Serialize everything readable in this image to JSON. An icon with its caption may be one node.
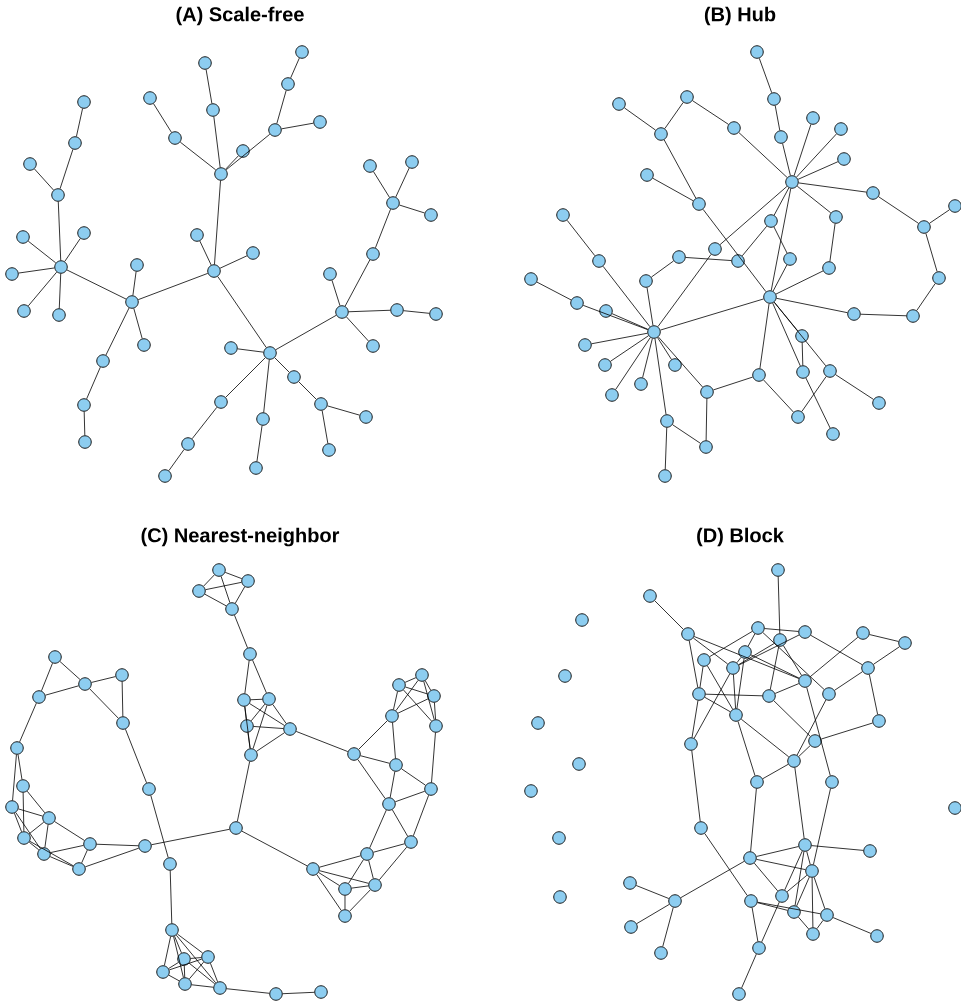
{
  "diagram": {
    "labels": [
      "(A) Scale-free",
      "(B) Hub",
      "(C) Nearest-neighbor",
      "(D) Block"
    ],
    "nodes": [
      {
        "text": [],
        "shape": "circle"
      },
      {
        "text": [],
        "shape": "circle"
      },
      {
        "text": [],
        "shape": "circle"
      },
      {
        "text": [],
        "shape": "circle"
      },
      {
        "text": [],
        "shape": "circle"
      },
      {
        "text": [],
        "shape": "circle"
      },
      {
        "text": [],
        "shape": "circle"
      },
      {
        "text": [],
        "shape": "circle"
      },
      {
        "text": [],
        "shape": "circle"
      },
      {
        "text": [],
        "shape": "circle"
      },
      {
        "text": [],
        "shape": "circle"
      },
      {
        "text": [],
        "shape": "circle"
      },
      {
        "text": [],
        "shape": "circle"
      },
      {
        "text": [],
        "shape": "circle"
      },
      {
        "text": [],
        "shape": "circle"
      },
      {
        "text": [],
        "shape": "circle"
      },
      {
        "text": [],
        "shape": "circle"
      },
      {
        "text": [],
        "shape": "circle"
      },
      {
        "text": [],
        "shape": "circle"
      },
      {
        "text": [],
        "shape": "circle"
      },
      {
        "text": [],
        "shape": "circle"
      },
      {
        "text": [],
        "shape": "circle"
      },
      {
        "text": [],
        "shape": "circle"
      },
      {
        "text": [],
        "shape": "circle"
      },
      {
        "text": [],
        "shape": "circle"
      },
      {
        "text": [],
        "shape": "circle"
      },
      {
        "text": [],
        "shape": "circle"
      },
      {
        "text": [],
        "shape": "circle"
      },
      {
        "text": [],
        "shape": "circle"
      },
      {
        "text": [],
        "shape": "circle"
      },
      {
        "text": [],
        "shape": "circle"
      },
      {
        "text": [],
        "shape": "circle"
      },
      {
        "text": [],
        "shape": "circle"
      },
      {
        "text": [],
        "shape": "circle"
      },
      {
        "text": [],
        "shape": "circle"
      },
      {
        "text": [],
        "shape": "circle"
      },
      {
        "text": [],
        "shape": "circle"
      },
      {
        "text": [],
        "shape": "circle"
      },
      {
        "text": [],
        "shape": "circle"
      },
      {
        "text": [],
        "shape": "circle"
      },
      {
        "text": [],
        "shape": "circle"
      },
      {
        "text": [],
        "shape": "circle"
      },
      {
        "text": [],
        "shape": "circle"
      },
      {
        "text": [],
        "shape": "circle"
      },
      {
        "text": [],
        "shape": "circle"
      },
      {
        "text": [],
        "shape": "circle"
      },
      {
        "text": [],
        "shape": "circle"
      },
      {
        "text": [],
        "shape": "circle"
      },
      {
        "text": [],
        "shape": "circle"
      },
      {
        "text": [],
        "shape": "circle"
      },
      {
        "text": [],
        "shape": "circle"
      },
      {
        "text": [],
        "shape": "circle"
      },
      {
        "text": [],
        "shape": "circle"
      },
      {
        "text": [],
        "shape": "circle"
      },
      {
        "text": [],
        "shape": "circle"
      },
      {
        "text": [],
        "shape": "circle"
      },
      {
        "text": [],
        "shape": "circle"
      },
      {
        "text": [],
        "shape": "circle"
      },
      {
        "text": [],
        "shape": "circle"
      },
      {
        "text": [],
        "shape": "circle"
      },
      {
        "text": [],
        "shape": "circle"
      },
      {
        "text": [],
        "shape": "circle"
      },
      {
        "text": [],
        "shape": "circle"
      },
      {
        "text": [],
        "shape": "circle"
      },
      {
        "text": [],
        "shape": "circle"
      },
      {
        "text": [],
        "shape": "circle"
      },
      {
        "text": [],
        "shape": "circle"
      },
      {
        "text": [],
        "shape": "circle"
      },
      {
        "text": [],
        "shape": "circle"
      },
      {
        "text": [],
        "shape": "circle"
      },
      {
        "text": [],
        "shape": "circle"
      },
      {
        "text": [],
        "shape": "circle"
      },
      {
        "text": [],
        "shape": "circle"
      },
      {
        "text": [],
        "shape": "circle"
      },
      {
        "text": [],
        "shape": "circle"
      },
      {
        "text": [],
        "shape": "circle"
      },
      {
        "text": [],
        "shape": "circle"
      },
      {
        "text": [],
        "shape": "circle"
      },
      {
        "text": [],
        "shape": "circle"
      },
      {
        "text": [],
        "shape": "circle"
      },
      {
        "text": [],
        "shape": "circle"
      },
      {
        "text": [],
        "shape": "circle"
      },
      {
        "text": [],
        "shape": "circle"
      },
      {
        "text": [],
        "shape": "circle"
      },
      {
        "text": [],
        "shape": "circle"
      },
      {
        "text": [],
        "shape": "circle"
      },
      {
        "text": [],
        "shape": "circle"
      },
      {
        "text": [],
        "shape": "circle"
      },
      {
        "text": [],
        "shape": "circle"
      },
      {
        "text": [],
        "shape": "circle"
      },
      {
        "text": [],
        "shape": "circle"
      },
      {
        "text": [],
        "shape": "circle"
      },
      {
        "text": [],
        "shape": "circle"
      },
      {
        "text": [],
        "shape": "circle"
      },
      {
        "text": [],
        "shape": "circle"
      },
      {
        "text": [],
        "shape": "circle"
      },
      {
        "text": [],
        "shape": "circle"
      },
      {
        "text": [],
        "shape": "circle"
      },
      {
        "text": [],
        "shape": "circle"
      },
      {
        "text": [],
        "shape": "circle"
      },
      {
        "text": [],
        "shape": "circle"
      },
      {
        "text": [],
        "shape": "circle"
      },
      {
        "text": [],
        "shape": "circle"
      },
      {
        "text": [],
        "shape": "circle"
      },
      {
        "text": [],
        "shape": "circle"
      },
      {
        "text": [],
        "shape": "circle"
      },
      {
        "text": [],
        "shape": "circle"
      },
      {
        "text": [],
        "shape": "circle"
      },
      {
        "text": [],
        "shape": "circle"
      },
      {
        "text": [],
        "shape": "circle"
      },
      {
        "text": [],
        "shape": "circle"
      },
      {
        "text": [],
        "shape": "circle"
      },
      {
        "text": [],
        "shape": "circle"
      },
      {
        "text": [],
        "shape": "circle"
      },
      {
        "text": [],
        "shape": "circle"
      },
      {
        "text": [],
        "shape": "circle"
      },
      {
        "text": [],
        "shape": "circle"
      },
      {
        "text": [],
        "shape": "circle"
      },
      {
        "text": [],
        "shape": "circle"
      },
      {
        "text": [],
        "shape": "circle"
      },
      {
        "text": [],
        "shape": "circle"
      },
      {
        "text": [],
        "shape": "circle"
      },
      {
        "text": [],
        "shape": "circle"
      },
      {
        "text": [],
        "shape": "circle"
      },
      {
        "text": [],
        "shape": "circle"
      },
      {
        "text": [],
        "shape": "circle"
      },
      {
        "text": [],
        "shape": "circle"
      },
      {
        "text": [],
        "shape": "circle"
      },
      {
        "text": [],
        "shape": "circle"
      },
      {
        "text": [],
        "shape": "circle"
      },
      {
        "text": [],
        "shape": "circle"
      },
      {
        "text": [],
        "shape": "circle"
      },
      {
        "text": [],
        "shape": "circle"
      },
      {
        "text": [],
        "shape": "circle"
      },
      {
        "text": [],
        "shape": "circle"
      },
      {
        "text": [],
        "shape": "circle"
      },
      {
        "text": [],
        "shape": "circle"
      },
      {
        "text": [],
        "shape": "circle"
      },
      {
        "text": [],
        "shape": "circle"
      },
      {
        "text": [],
        "shape": "circle"
      },
      {
        "text": [],
        "shape": "circle"
      },
      {
        "text": [],
        "shape": "circle"
      },
      {
        "text": [],
        "shape": "circle"
      },
      {
        "text": [],
        "shape": "circle"
      },
      {
        "text": [],
        "shape": "circle"
      },
      {
        "text": [],
        "shape": "circle"
      },
      {
        "text": [],
        "shape": "circle"
      },
      {
        "text": [],
        "shape": "circle"
      },
      {
        "text": [],
        "shape": "circle"
      },
      {
        "text": [],
        "shape": "circle"
      },
      {
        "text": [],
        "shape": "circle"
      },
      {
        "text": [],
        "shape": "circle"
      },
      {
        "text": [],
        "shape": "circle"
      },
      {
        "text": [],
        "shape": "circle"
      },
      {
        "text": [],
        "shape": "circle"
      },
      {
        "text": [],
        "shape": "circle"
      },
      {
        "text": [],
        "shape": "circle"
      },
      {
        "text": [],
        "shape": "circle"
      },
      {
        "text": [],
        "shape": "circle"
      },
      {
        "text": [],
        "shape": "circle"
      },
      {
        "text": [],
        "shape": "circle"
      },
      {
        "text": [],
        "shape": "circle"
      },
      {
        "text": [],
        "shape": "circle"
      },
      {
        "text": [],
        "shape": "circle"
      },
      {
        "text": [],
        "shape": "circle"
      },
      {
        "text": [],
        "shape": "circle"
      },
      {
        "text": [],
        "shape": "circle"
      },
      {
        "text": [],
        "shape": "circle"
      },
      {
        "text": [],
        "shape": "circle"
      },
      {
        "text": [],
        "shape": "circle"
      },
      {
        "text": [],
        "shape": "circle"
      },
      {
        "text": [],
        "shape": "circle"
      },
      {
        "text": [],
        "shape": "circle"
      },
      {
        "text": [],
        "shape": "circle"
      },
      {
        "text": [],
        "shape": "circle"
      },
      {
        "text": [],
        "shape": "circle"
      },
      {
        "text": [],
        "shape": "circle"
      },
      {
        "text": [],
        "shape": "circle"
      },
      {
        "text": [],
        "shape": "circle"
      },
      {
        "text": [],
        "shape": "circle"
      },
      {
        "text": [],
        "shape": "circle"
      },
      {
        "text": [],
        "shape": "circle"
      },
      {
        "text": [],
        "shape": "circle"
      },
      {
        "text": [],
        "shape": "circle"
      },
      {
        "text": [],
        "shape": "circle"
      },
      {
        "text": [],
        "shape": "circle"
      },
      {
        "text": [],
        "shape": "circle"
      },
      {
        "text": [],
        "shape": "circle"
      },
      {
        "text": [],
        "shape": "circle"
      },
      {
        "text": [],
        "shape": "circle"
      },
      {
        "text": [],
        "shape": "circle"
      },
      {
        "text": [],
        "shape": "circle"
      },
      {
        "text": [],
        "shape": "circle"
      },
      {
        "text": [],
        "shape": "circle"
      },
      {
        "text": [],
        "shape": "circle"
      },
      {
        "text": [],
        "shape": "circle"
      },
      {
        "text": [],
        "shape": "circle"
      },
      {
        "text": [],
        "shape": "circle"
      }
    ],
    "edges": [
      {
        "from": 0,
        "to": 1,
        "arrow": "none"
      },
      {
        "from": 0,
        "to": 2,
        "arrow": "none"
      },
      {
        "from": 0,
        "to": 3,
        "arrow": "none"
      },
      {
        "from": 0,
        "to": 4,
        "arrow": "none"
      },
      {
        "from": 0,
        "to": 5,
        "arrow": "none"
      },
      {
        "from": 0,
        "to": 6,
        "arrow": "none"
      },
      {
        "from": 6,
        "to": 7,
        "arrow": "none"
      },
      {
        "from": 6,
        "to": 8,
        "arrow": "none"
      },
      {
        "from": 8,
        "to": 9,
        "arrow": "none"
      },
      {
        "from": 0,
        "to": 10,
        "arrow": "none"
      },
      {
        "from": 10,
        "to": 11,
        "arrow": "none"
      },
      {
        "from": 10,
        "to": 12,
        "arrow": "none"
      },
      {
        "from": 10,
        "to": 13,
        "arrow": "none"
      },
      {
        "from": 13,
        "to": 14,
        "arrow": "none"
      },
      {
        "from": 14,
        "to": 15,
        "arrow": "none"
      },
      {
        "from": 10,
        "to": 16,
        "arrow": "none"
      },
      {
        "from": 16,
        "to": 17,
        "arrow": "none"
      },
      {
        "from": 16,
        "to": 18,
        "arrow": "none"
      },
      {
        "from": 16,
        "to": 19,
        "arrow": "none"
      },
      {
        "from": 19,
        "to": 20,
        "arrow": "none"
      },
      {
        "from": 20,
        "to": 21,
        "arrow": "none"
      },
      {
        "from": 19,
        "to": 22,
        "arrow": "none"
      },
      {
        "from": 22,
        "to": 23,
        "arrow": "none"
      },
      {
        "from": 19,
        "to": 24,
        "arrow": "none"
      },
      {
        "from": 19,
        "to": 25,
        "arrow": "none"
      },
      {
        "from": 25,
        "to": 26,
        "arrow": "none"
      },
      {
        "from": 25,
        "to": 27,
        "arrow": "none"
      },
      {
        "from": 27,
        "to": 28,
        "arrow": "none"
      },
      {
        "from": 16,
        "to": 29,
        "arrow": "none"
      },
      {
        "from": 29,
        "to": 30,
        "arrow": "none"
      },
      {
        "from": 29,
        "to": 31,
        "arrow": "none"
      },
      {
        "from": 31,
        "to": 32,
        "arrow": "none"
      },
      {
        "from": 31,
        "to": 33,
        "arrow": "none"
      },
      {
        "from": 33,
        "to": 34,
        "arrow": "none"
      },
      {
        "from": 31,
        "to": 35,
        "arrow": "none"
      },
      {
        "from": 31,
        "to": 36,
        "arrow": "none"
      },
      {
        "from": 36,
        "to": 37,
        "arrow": "none"
      },
      {
        "from": 37,
        "to": 38,
        "arrow": "none"
      },
      {
        "from": 37,
        "to": 39,
        "arrow": "none"
      },
      {
        "from": 37,
        "to": 40,
        "arrow": "none"
      },
      {
        "from": 29,
        "to": 41,
        "arrow": "none"
      },
      {
        "from": 41,
        "to": 42,
        "arrow": "none"
      },
      {
        "from": 42,
        "to": 43,
        "arrow": "none"
      },
      {
        "from": 42,
        "to": 44,
        "arrow": "none"
      },
      {
        "from": 29,
        "to": 45,
        "arrow": "none"
      },
      {
        "from": 45,
        "to": 46,
        "arrow": "none"
      },
      {
        "from": 29,
        "to": 47,
        "arrow": "none"
      },
      {
        "from": 47,
        "to": 48,
        "arrow": "none"
      },
      {
        "from": 48,
        "to": 49,
        "arrow": "none"
      },
      {
        "from": 53,
        "to": 54,
        "arrow": "none"
      },
      {
        "from": 54,
        "to": 55,
        "arrow": "none"
      },
      {
        "from": 55,
        "to": 52,
        "arrow": "none"
      },
      {
        "from": 52,
        "to": 56,
        "arrow": "none"
      },
      {
        "from": 52,
        "to": 57,
        "arrow": "none"
      },
      {
        "from": 52,
        "to": 58,
        "arrow": "none"
      },
      {
        "from": 60,
        "to": 61,
        "arrow": "none"
      },
      {
        "from": 61,
        "to": 59,
        "arrow": "none"
      },
      {
        "from": 59,
        "to": 62,
        "arrow": "none"
      },
      {
        "from": 62,
        "to": 52,
        "arrow": "none"
      },
      {
        "from": 61,
        "to": 64,
        "arrow": "none"
      },
      {
        "from": 63,
        "to": 64,
        "arrow": "none"
      },
      {
        "from": 64,
        "to": 51,
        "arrow": "none"
      },
      {
        "from": 52,
        "to": 65,
        "arrow": "none"
      },
      {
        "from": 65,
        "to": 66,
        "arrow": "none"
      },
      {
        "from": 66,
        "to": 67,
        "arrow": "none"
      },
      {
        "from": 66,
        "to": 68,
        "arrow": "none"
      },
      {
        "from": 68,
        "to": 69,
        "arrow": "none"
      },
      {
        "from": 69,
        "to": 70,
        "arrow": "none"
      },
      {
        "from": 70,
        "to": 51,
        "arrow": "none"
      },
      {
        "from": 52,
        "to": 71,
        "arrow": "none"
      },
      {
        "from": 71,
        "to": 72,
        "arrow": "none"
      },
      {
        "from": 72,
        "to": 51,
        "arrow": "none"
      },
      {
        "from": 50,
        "to": 76,
        "arrow": "none"
      },
      {
        "from": 76,
        "to": 52,
        "arrow": "none"
      },
      {
        "from": 52,
        "to": 73,
        "arrow": "none"
      },
      {
        "from": 73,
        "to": 75,
        "arrow": "none"
      },
      {
        "from": 73,
        "to": 74,
        "arrow": "none"
      },
      {
        "from": 74,
        "to": 51,
        "arrow": "none"
      },
      {
        "from": 52,
        "to": 51,
        "arrow": "none"
      },
      {
        "from": 77,
        "to": 75,
        "arrow": "none"
      },
      {
        "from": 77,
        "to": 78,
        "arrow": "none"
      },
      {
        "from": 78,
        "to": 50,
        "arrow": "none"
      },
      {
        "from": 79,
        "to": 80,
        "arrow": "none"
      },
      {
        "from": 80,
        "to": 50,
        "arrow": "none"
      },
      {
        "from": 81,
        "to": 82,
        "arrow": "none"
      },
      {
        "from": 82,
        "to": 50,
        "arrow": "none"
      },
      {
        "from": 83,
        "to": 50,
        "arrow": "none"
      },
      {
        "from": 50,
        "to": 84,
        "arrow": "none"
      },
      {
        "from": 50,
        "to": 85,
        "arrow": "none"
      },
      {
        "from": 50,
        "to": 86,
        "arrow": "none"
      },
      {
        "from": 50,
        "to": 87,
        "arrow": "none"
      },
      {
        "from": 50,
        "to": 88,
        "arrow": "none"
      },
      {
        "from": 50,
        "to": 89,
        "arrow": "none"
      },
      {
        "from": 89,
        "to": 90,
        "arrow": "none"
      },
      {
        "from": 90,
        "to": 51,
        "arrow": "none"
      },
      {
        "from": 89,
        "to": 92,
        "arrow": "none"
      },
      {
        "from": 91,
        "to": 50,
        "arrow": "none"
      },
      {
        "from": 91,
        "to": 92,
        "arrow": "none"
      },
      {
        "from": 91,
        "to": 93,
        "arrow": "none"
      },
      {
        "from": 50,
        "to": 51,
        "arrow": "none"
      },
      {
        "from": 51,
        "to": 94,
        "arrow": "none"
      },
      {
        "from": 94,
        "to": 95,
        "arrow": "none"
      },
      {
        "from": 51,
        "to": 95,
        "arrow": "none"
      },
      {
        "from": 51,
        "to": 96,
        "arrow": "none"
      },
      {
        "from": 96,
        "to": 97,
        "arrow": "none"
      },
      {
        "from": 96,
        "to": 98,
        "arrow": "none"
      },
      {
        "from": 90,
        "to": 98,
        "arrow": "none"
      },
      {
        "from": 95,
        "to": 99,
        "arrow": "none"
      },
      {
        "from": 100,
        "to": 101,
        "arrow": "none"
      },
      {
        "from": 100,
        "to": 102,
        "arrow": "none"
      },
      {
        "from": 100,
        "to": 103,
        "arrow": "none"
      },
      {
        "from": 101,
        "to": 102,
        "arrow": "none"
      },
      {
        "from": 101,
        "to": 103,
        "arrow": "none"
      },
      {
        "from": 102,
        "to": 103,
        "arrow": "none"
      },
      {
        "from": 103,
        "to": 104,
        "arrow": "none"
      },
      {
        "from": 104,
        "to": 105,
        "arrow": "none"
      },
      {
        "from": 104,
        "to": 106,
        "arrow": "none"
      },
      {
        "from": 105,
        "to": 106,
        "arrow": "none"
      },
      {
        "from": 105,
        "to": 107,
        "arrow": "none"
      },
      {
        "from": 105,
        "to": 109,
        "arrow": "none"
      },
      {
        "from": 105,
        "to": 108,
        "arrow": "none"
      },
      {
        "from": 106,
        "to": 107,
        "arrow": "none"
      },
      {
        "from": 106,
        "to": 109,
        "arrow": "none"
      },
      {
        "from": 106,
        "to": 108,
        "arrow": "none"
      },
      {
        "from": 107,
        "to": 108,
        "arrow": "none"
      },
      {
        "from": 107,
        "to": 109,
        "arrow": "none"
      },
      {
        "from": 108,
        "to": 109,
        "arrow": "none"
      },
      {
        "from": 109,
        "to": 110,
        "arrow": "none"
      },
      {
        "from": 108,
        "to": 135,
        "arrow": "none"
      },
      {
        "from": 110,
        "to": 111,
        "arrow": "none"
      },
      {
        "from": 110,
        "to": 146,
        "arrow": "none"
      },
      {
        "from": 113,
        "to": 112,
        "arrow": "none"
      },
      {
        "from": 111,
        "to": 125,
        "arrow": "none"
      },
      {
        "from": 111,
        "to": 126,
        "arrow": "none"
      },
      {
        "from": 112,
        "to": 127,
        "arrow": "none"
      },
      {
        "from": 114,
        "to": 113,
        "arrow": "none"
      },
      {
        "from": 114,
        "to": 115,
        "arrow": "none"
      },
      {
        "from": 114,
        "to": 116,
        "arrow": "none"
      },
      {
        "from": 115,
        "to": 116,
        "arrow": "none"
      },
      {
        "from": 116,
        "to": 117,
        "arrow": "none"
      },
      {
        "from": 116,
        "to": 118,
        "arrow": "none"
      },
      {
        "from": 117,
        "to": 118,
        "arrow": "none"
      },
      {
        "from": 118,
        "to": 119,
        "arrow": "none"
      },
      {
        "from": 119,
        "to": 120,
        "arrow": "none"
      },
      {
        "from": 119,
        "to": 121,
        "arrow": "none"
      },
      {
        "from": 120,
        "to": 122,
        "arrow": "none"
      },
      {
        "from": 120,
        "to": 123,
        "arrow": "none"
      },
      {
        "from": 121,
        "to": 122,
        "arrow": "none"
      },
      {
        "from": 121,
        "to": 123,
        "arrow": "none"
      },
      {
        "from": 122,
        "to": 123,
        "arrow": "none"
      },
      {
        "from": 122,
        "to": 124,
        "arrow": "none"
      },
      {
        "from": 122,
        "to": 125,
        "arrow": "none"
      },
      {
        "from": 123,
        "to": 124,
        "arrow": "none"
      },
      {
        "from": 124,
        "to": 125,
        "arrow": "none"
      },
      {
        "from": 124,
        "to": 126,
        "arrow": "none"
      },
      {
        "from": 125,
        "to": 126,
        "arrow": "none"
      },
      {
        "from": 123,
        "to": 126,
        "arrow": "none"
      },
      {
        "from": 121,
        "to": 124,
        "arrow": "none"
      },
      {
        "from": 127,
        "to": 128,
        "arrow": "none"
      },
      {
        "from": 127,
        "to": 129,
        "arrow": "none"
      },
      {
        "from": 127,
        "to": 130,
        "arrow": "none"
      },
      {
        "from": 127,
        "to": 131,
        "arrow": "none"
      },
      {
        "from": 127,
        "to": 132,
        "arrow": "none"
      },
      {
        "from": 128,
        "to": 129,
        "arrow": "none"
      },
      {
        "from": 128,
        "to": 130,
        "arrow": "none"
      },
      {
        "from": 128,
        "to": 131,
        "arrow": "none"
      },
      {
        "from": 128,
        "to": 132,
        "arrow": "none"
      },
      {
        "from": 129,
        "to": 130,
        "arrow": "none"
      },
      {
        "from": 129,
        "to": 131,
        "arrow": "none"
      },
      {
        "from": 129,
        "to": 132,
        "arrow": "none"
      },
      {
        "from": 130,
        "to": 131,
        "arrow": "none"
      },
      {
        "from": 131,
        "to": 132,
        "arrow": "none"
      },
      {
        "from": 132,
        "to": 133,
        "arrow": "none"
      },
      {
        "from": 133,
        "to": 134,
        "arrow": "none"
      },
      {
        "from": 135,
        "to": 140,
        "arrow": "none"
      },
      {
        "from": 135,
        "to": 141,
        "arrow": "none"
      },
      {
        "from": 135,
        "to": 143,
        "arrow": "none"
      },
      {
        "from": 136,
        "to": 137,
        "arrow": "none"
      },
      {
        "from": 136,
        "to": 138,
        "arrow": "none"
      },
      {
        "from": 136,
        "to": 139,
        "arrow": "none"
      },
      {
        "from": 136,
        "to": 140,
        "arrow": "none"
      },
      {
        "from": 137,
        "to": 138,
        "arrow": "none"
      },
      {
        "from": 137,
        "to": 139,
        "arrow": "none"
      },
      {
        "from": 137,
        "to": 140,
        "arrow": "none"
      },
      {
        "from": 138,
        "to": 139,
        "arrow": "none"
      },
      {
        "from": 138,
        "to": 140,
        "arrow": "none"
      },
      {
        "from": 139,
        "to": 142,
        "arrow": "none"
      },
      {
        "from": 140,
        "to": 141,
        "arrow": "none"
      },
      {
        "from": 141,
        "to": 142,
        "arrow": "none"
      },
      {
        "from": 141,
        "to": 143,
        "arrow": "none"
      },
      {
        "from": 142,
        "to": 143,
        "arrow": "none"
      },
      {
        "from": 143,
        "to": 144,
        "arrow": "none"
      },
      {
        "from": 143,
        "to": 145,
        "arrow": "none"
      },
      {
        "from": 142,
        "to": 144,
        "arrow": "none"
      },
      {
        "from": 144,
        "to": 145,
        "arrow": "none"
      },
      {
        "from": 144,
        "to": 148,
        "arrow": "none"
      },
      {
        "from": 145,
        "to": 146,
        "arrow": "none"
      },
      {
        "from": 145,
        "to": 147,
        "arrow": "none"
      },
      {
        "from": 145,
        "to": 148,
        "arrow": "none"
      },
      {
        "from": 146,
        "to": 147,
        "arrow": "none"
      },
      {
        "from": 146,
        "to": 148,
        "arrow": "none"
      },
      {
        "from": 146,
        "to": 149,
        "arrow": "none"
      },
      {
        "from": 147,
        "to": 148,
        "arrow": "none"
      },
      {
        "from": 147,
        "to": 149,
        "arrow": "none"
      },
      {
        "from": 148,
        "to": 149,
        "arrow": "none"
      },
      {
        "from": 158,
        "to": 160,
        "arrow": "none"
      },
      {
        "from": 159,
        "to": 162,
        "arrow": "none"
      },
      {
        "from": 160,
        "to": 168,
        "arrow": "none"
      },
      {
        "from": 160,
        "to": 172,
        "arrow": "none"
      },
      {
        "from": 160,
        "to": 170,
        "arrow": "none"
      },
      {
        "from": 161,
        "to": 167,
        "arrow": "none"
      },
      {
        "from": 161,
        "to": 163,
        "arrow": "none"
      },
      {
        "from": 161,
        "to": 166,
        "arrow": "none"
      },
      {
        "from": 161,
        "to": 173,
        "arrow": "none"
      },
      {
        "from": 162,
        "to": 168,
        "arrow": "none"
      },
      {
        "from": 163,
        "to": 168,
        "arrow": "none"
      },
      {
        "from": 162,
        "to": 171,
        "arrow": "none"
      },
      {
        "from": 162,
        "to": 172,
        "arrow": "none"
      },
      {
        "from": 166,
        "to": 168,
        "arrow": "none"
      },
      {
        "from": 166,
        "to": 172,
        "arrow": "none"
      },
      {
        "from": 166,
        "to": 174,
        "arrow": "none"
      },
      {
        "from": 167,
        "to": 170,
        "arrow": "none"
      },
      {
        "from": 167,
        "to": 174,
        "arrow": "none"
      },
      {
        "from": 168,
        "to": 174,
        "arrow": "none"
      },
      {
        "from": 168,
        "to": 176,
        "arrow": "none"
      },
      {
        "from": 170,
        "to": 171,
        "arrow": "none"
      },
      {
        "from": 170,
        "to": 174,
        "arrow": "none"
      },
      {
        "from": 170,
        "to": 176,
        "arrow": "none"
      },
      {
        "from": 171,
        "to": 172,
        "arrow": "none"
      },
      {
        "from": 171,
        "to": 177,
        "arrow": "none"
      },
      {
        "from": 172,
        "to": 164,
        "arrow": "none"
      },
      {
        "from": 163,
        "to": 169,
        "arrow": "none"
      },
      {
        "from": 164,
        "to": 165,
        "arrow": "none"
      },
      {
        "from": 165,
        "to": 169,
        "arrow": "none"
      },
      {
        "from": 169,
        "to": 173,
        "arrow": "none"
      },
      {
        "from": 169,
        "to": 175,
        "arrow": "none"
      },
      {
        "from": 175,
        "to": 177,
        "arrow": "none"
      },
      {
        "from": 173,
        "to": 178,
        "arrow": "none"
      },
      {
        "from": 177,
        "to": 178,
        "arrow": "none"
      },
      {
        "from": 174,
        "to": 178,
        "arrow": "none"
      },
      {
        "from": 174,
        "to": 179,
        "arrow": "none"
      },
      {
        "from": 178,
        "to": 179,
        "arrow": "none"
      },
      {
        "from": 172,
        "to": 180,
        "arrow": "none"
      },
      {
        "from": 176,
        "to": 181,
        "arrow": "none"
      },
      {
        "from": 179,
        "to": 184,
        "arrow": "none"
      },
      {
        "from": 178,
        "to": 182,
        "arrow": "none"
      },
      {
        "from": 180,
        "to": 185,
        "arrow": "none"
      },
      {
        "from": 181,
        "to": 190,
        "arrow": "none"
      },
      {
        "from": 184,
        "to": 182,
        "arrow": "none"
      },
      {
        "from": 184,
        "to": 185,
        "arrow": "none"
      },
      {
        "from": 184,
        "to": 187,
        "arrow": "none"
      },
      {
        "from": 184,
        "to": 191,
        "arrow": "none"
      },
      {
        "from": 182,
        "to": 183,
        "arrow": "none"
      },
      {
        "from": 182,
        "to": 185,
        "arrow": "none"
      },
      {
        "from": 182,
        "to": 191,
        "arrow": "none"
      },
      {
        "from": 182,
        "to": 192,
        "arrow": "none"
      },
      {
        "from": 185,
        "to": 191,
        "arrow": "none"
      },
      {
        "from": 185,
        "to": 192,
        "arrow": "none"
      },
      {
        "from": 185,
        "to": 193,
        "arrow": "none"
      },
      {
        "from": 185,
        "to": 194,
        "arrow": "none"
      },
      {
        "from": 187,
        "to": 186,
        "arrow": "none"
      },
      {
        "from": 187,
        "to": 188,
        "arrow": "none"
      },
      {
        "from": 187,
        "to": 189,
        "arrow": "none"
      },
      {
        "from": 190,
        "to": 192,
        "arrow": "none"
      },
      {
        "from": 190,
        "to": 193,
        "arrow": "none"
      },
      {
        "from": 190,
        "to": 196,
        "arrow": "none"
      },
      {
        "from": 191,
        "to": 196,
        "arrow": "none"
      },
      {
        "from": 193,
        "to": 194,
        "arrow": "none"
      },
      {
        "from": 193,
        "to": 195,
        "arrow": "none"
      },
      {
        "from": 192,
        "to": 194,
        "arrow": "none"
      },
      {
        "from": 196,
        "to": 197,
        "arrow": "none"
      }
    ]
  }
}
